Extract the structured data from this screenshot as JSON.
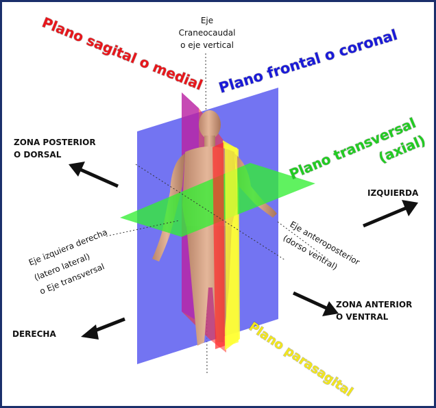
{
  "labels": {
    "sagital": "Plano sagital o medial",
    "frontal": "Plano frontal o coronal",
    "transversal_1": "Plano transversal",
    "transversal_2": "(axial)",
    "parasagital": "Plano parasagital",
    "eje_vertical_1": "Eje",
    "eje_vertical_2": "Craneocaudal",
    "eje_vertical_3": "o eje vertical",
    "posterior_1": "ZONA POSTERIOR",
    "posterior_2": "O DORSAL",
    "izquierda": "IZQUIERDA",
    "anterior_1": "ZONA ANTERIOR",
    "anterior_2": "O VENTRAL",
    "derecha": "DERECHA",
    "eje_transversal_1": "Eje izquiera derecha",
    "eje_transversal_2": "(latero lateral)",
    "eje_transversal_3": "o Eje transversal",
    "eje_ap_1": "Eje anteroposterior",
    "eje_ap_2": "(dorso ventral)"
  },
  "colors": {
    "frame": "#1b2f6b",
    "frontal_plane": "#5a5cf0",
    "sagittal_plane": "#ff2b2b",
    "transverse_plane": "#33ee33",
    "parasagittal_plane": "#ffff33",
    "skin": "#dba98c",
    "text_red": "#e8161b",
    "text_blue": "#1a1ad9",
    "text_green": "#22cc22",
    "text_yellow": "#f2e61c",
    "text_black": "#111111"
  }
}
